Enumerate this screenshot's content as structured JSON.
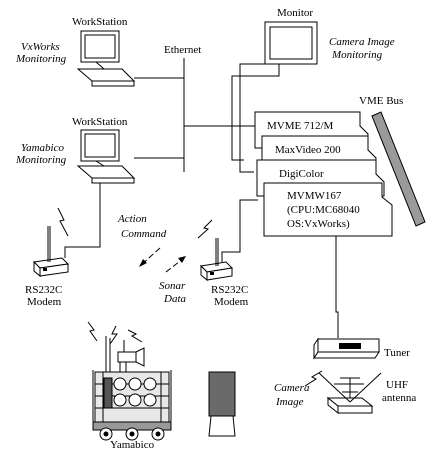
{
  "labels": {
    "workstation_top": "WorkStation",
    "vxworks_1": "VxWorks",
    "vxworks_2": "Monitoring",
    "ethernet": "Ethernet",
    "monitor": "Monitor",
    "camera_mon_1": "Camera Image",
    "camera_mon_2": "Monitoring",
    "vme_bus": "VME Bus",
    "workstation_mid": "WorkStation",
    "yamabico_mon_1": "Yamabico",
    "yamabico_mon_2": "Monitoring",
    "card_mvme712": "MVME 712/M",
    "card_maxvideo": "MaxVideo 200",
    "card_digicolor": "DigiColor",
    "card_mvmw167_1": "MVMW167",
    "card_mvmw167_2": "(CPU:MC68040",
    "card_mvmw167_3": "OS:VxWorks)",
    "action_1": "Action",
    "action_2": "Command",
    "sonar_1": "Sonar",
    "sonar_2": "Data",
    "modem_left_1": "RS232C",
    "modem_left_2": "Modem",
    "modem_right_1": "RS232C",
    "modem_right_2": "Modem",
    "tuner": "Tuner",
    "camera_img_1": "Camera",
    "camera_img_2": "Image",
    "uhf_1": "UHF",
    "uhf_2": "antenna",
    "yamabico": "Yamabico"
  }
}
